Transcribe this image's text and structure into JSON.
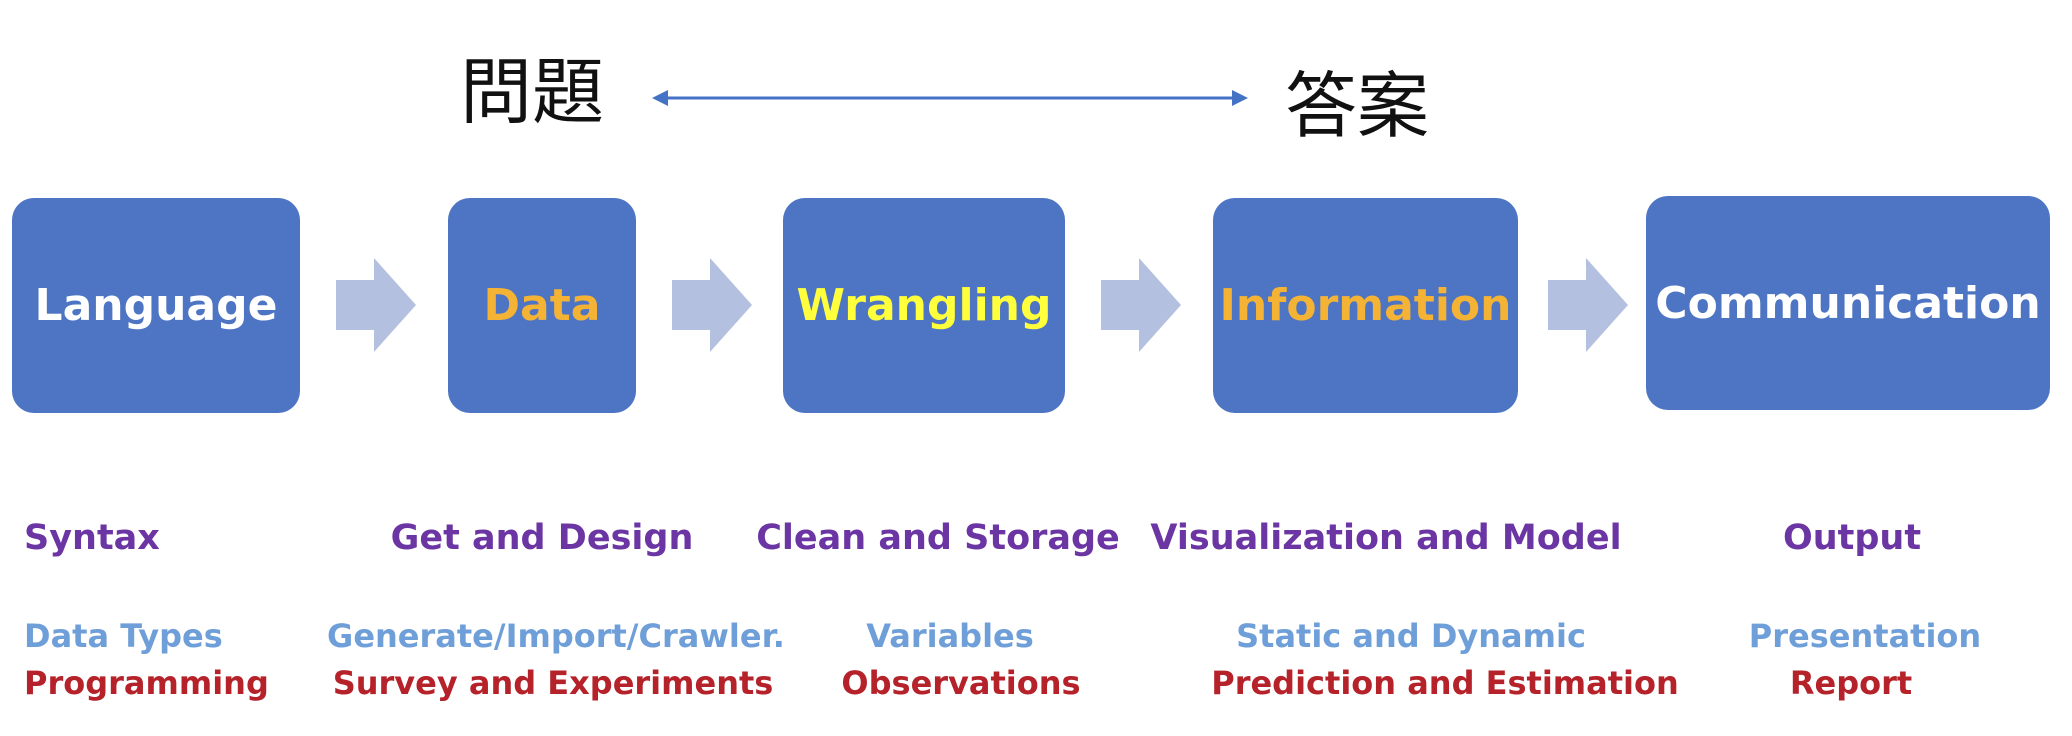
{
  "header": {
    "question": "問題",
    "answer": "答案",
    "arrow_color": "#4472c4"
  },
  "colors": {
    "box": "#4e75c3",
    "flow_arrow": "#b4c0e0",
    "white": "#ffffff",
    "orange": "#f5b335",
    "yellow": "#ffff3b",
    "purple": "#6b35a4",
    "light_blue": "#6f9fd8",
    "red": "#b5222a"
  },
  "stages": [
    {
      "label": "Language",
      "label_color": "#ffffff",
      "heading": "Syntax",
      "sub1": "Data Types",
      "sub2": "Programming"
    },
    {
      "label": "Data",
      "label_color": "#f5b335",
      "heading": "Get and Design",
      "sub1": "Generate/Import/Crawler.",
      "sub2": "Survey and Experiments"
    },
    {
      "label": "Wrangling",
      "label_color": "#ffff3b",
      "heading": "Clean and Storage",
      "sub1": "Variables",
      "sub2": "Observations"
    },
    {
      "label": "Information",
      "label_color": "#f5b335",
      "heading": "Visualization and Model",
      "sub1": "Static and Dynamic",
      "sub2": "Prediction and Estimation"
    },
    {
      "label": "Communication",
      "label_color": "#ffffff",
      "heading": "Output",
      "sub1": "Presentation",
      "sub2": "Report"
    }
  ]
}
